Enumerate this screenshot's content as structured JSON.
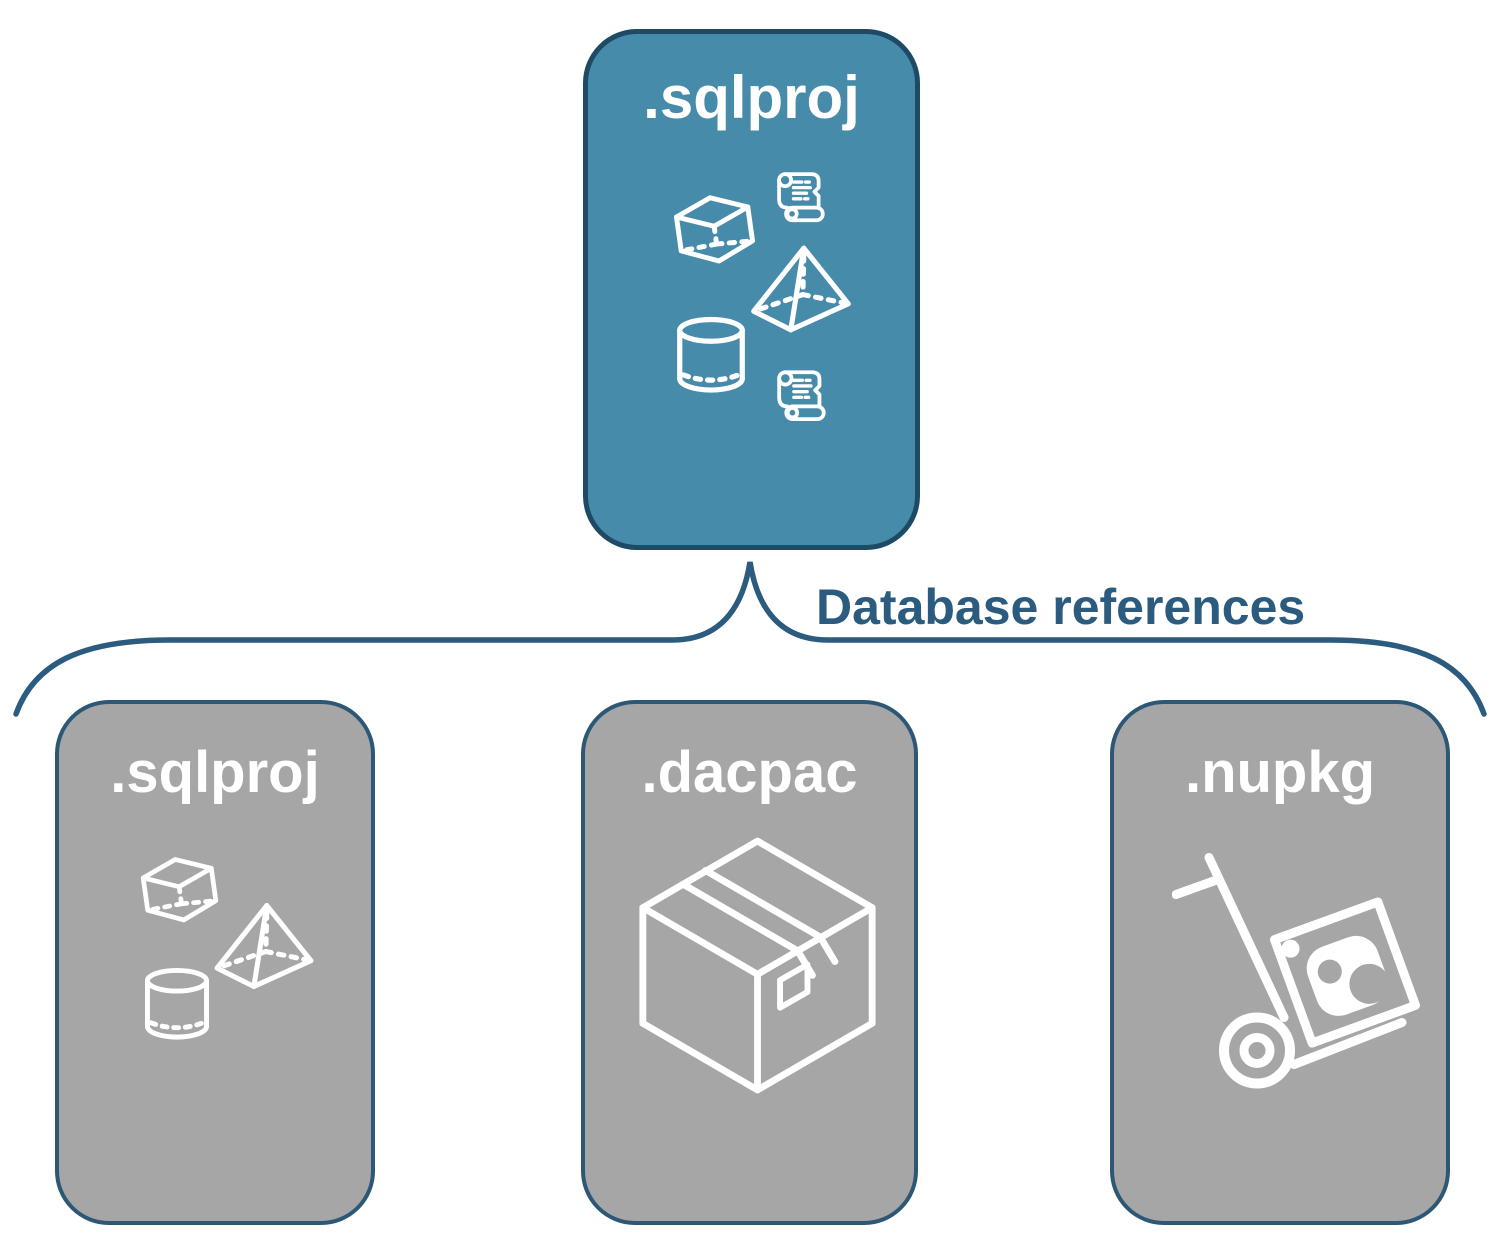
{
  "root": {
    "label": ".sqlproj",
    "icons": [
      "script-scroll",
      "cube",
      "pyramid",
      "cylinder",
      "script-scroll"
    ]
  },
  "connector": {
    "label": "Database references"
  },
  "children": [
    {
      "label": ".sqlproj",
      "icons": [
        "cube",
        "pyramid",
        "cylinder"
      ]
    },
    {
      "label": ".dacpac",
      "icons": [
        "package-box"
      ]
    },
    {
      "label": ".nupkg",
      "icons": [
        "nuget-hand-truck"
      ]
    }
  ],
  "colors": {
    "root_fill": "#478baa",
    "root_border": "#1e4a66",
    "child_fill": "#a6a6a6",
    "child_border": "#2d5875",
    "connector": "#2b5b7e",
    "icon_and_label": "#ffffff"
  }
}
